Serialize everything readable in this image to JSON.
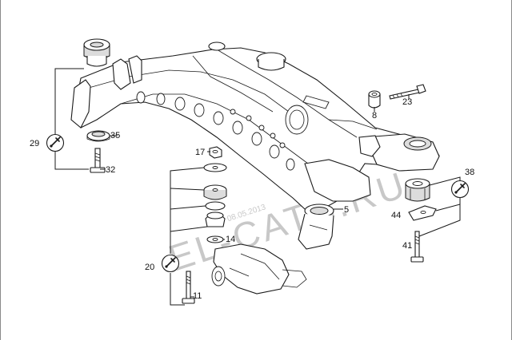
{
  "watermark": {
    "site": "EL-CATS.RU",
    "date": "08.05.2013"
  },
  "callouts": {
    "c29": "29",
    "c35": "35",
    "c32": "32",
    "c17": "17",
    "c8": "8",
    "c23": "23",
    "c5": "5",
    "c38": "38",
    "c44": "44",
    "c41": "41",
    "c14": "14",
    "c20": "20",
    "c11": "11"
  },
  "icons": {
    "wrench": "wrench-icon"
  }
}
